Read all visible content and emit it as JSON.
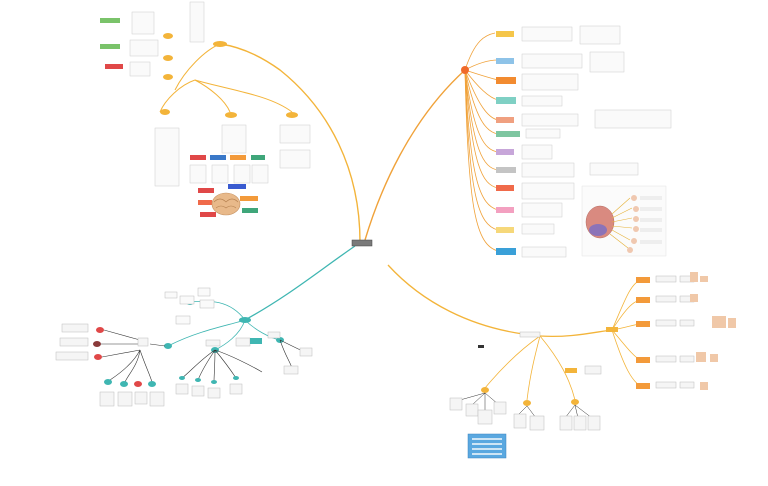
{
  "title": "",
  "central_topic": {
    "label": ""
  },
  "branches": [
    {
      "name": "top-left",
      "color": "#f3b43a"
    },
    {
      "name": "top-right",
      "color": "#f0a23a"
    },
    {
      "name": "bottom-left",
      "color": "#3fb6b2"
    },
    {
      "name": "bottom-right",
      "color": "#f3b43a"
    }
  ],
  "topic_colors": [
    "#f28b30",
    "#f06a4a",
    "#f5c64a",
    "#7fd0c4",
    "#7ec6a0",
    "#e45a5a",
    "#c7a6d9",
    "#8ec3e8",
    "#c4c4c4",
    "#d6cfa4",
    "#f6d87a",
    "#3aa0d8"
  ]
}
